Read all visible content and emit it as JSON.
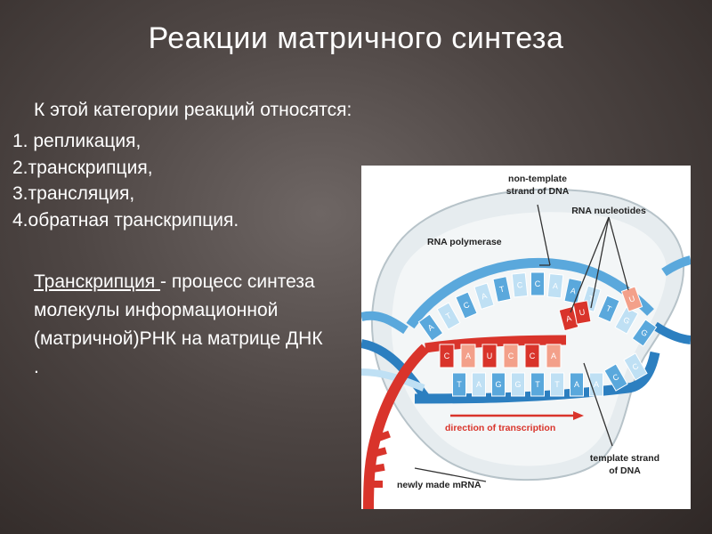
{
  "title": "Реакции матричного синтеза",
  "intro": "К этой категории реакций относятся:",
  "list_items": [
    {
      "number": "1.",
      "text": " репликация,"
    },
    {
      "number": "2.",
      "text": "транскрипция,"
    },
    {
      "number": "3.",
      "text": "трансляция,"
    },
    {
      "number": "4.",
      "text": "обратная транскрипция."
    }
  ],
  "definition": {
    "term": "Транскрипция ",
    "text": " -  процесс синтеза   молекулы информационной (матричной)РНК  на матрице ДНК ."
  },
  "figure": {
    "labels": {
      "non_template_line1": "non-template",
      "non_template_line2": "strand of DNA",
      "rna_nucleotides": "RNA nucleotides",
      "rna_polymerase": "RNA polymerase",
      "direction": "direction of transcription",
      "template_line1": "template strand",
      "template_line2": "of DNA",
      "newly_made_mrna": "newly made mRNA"
    },
    "top_strand_bases": [
      "A",
      "T",
      "C",
      "A",
      "T",
      "C",
      "C",
      "A",
      "A",
      "T",
      "T",
      "G",
      "G"
    ],
    "mrna_bases": [
      "C",
      "A",
      "U",
      "C",
      "C",
      "A"
    ],
    "template_bases": [
      "T",
      "A",
      "G",
      "G",
      "T",
      "T",
      "A",
      "A",
      "C",
      "C"
    ],
    "free_nucleotides": [
      "A",
      "U",
      "U"
    ],
    "colors": {
      "dna": "#5aa8dc",
      "dna_dark": "#2c7fc0",
      "dna_light": "#bfe0f4",
      "rna": "#d9342b",
      "rna_light": "#f3a08a",
      "polymerase": "#dde4e8"
    }
  }
}
